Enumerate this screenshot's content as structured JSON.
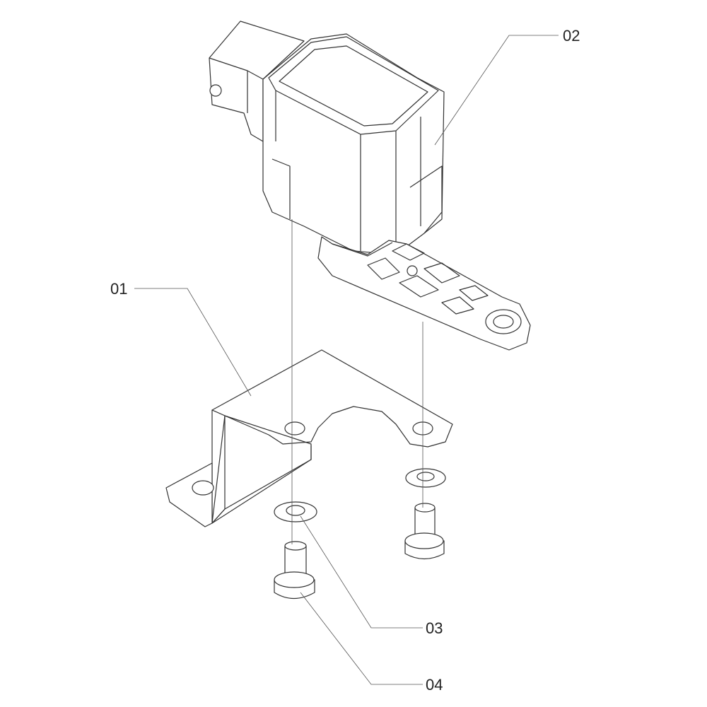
{
  "callouts": [
    {
      "id": "01",
      "text": "01"
    },
    {
      "id": "02",
      "text": "02"
    },
    {
      "id": "03",
      "text": "03"
    },
    {
      "id": "04",
      "text": "04"
    }
  ],
  "colors": {
    "line": "#333333",
    "background": "#ffffff"
  }
}
